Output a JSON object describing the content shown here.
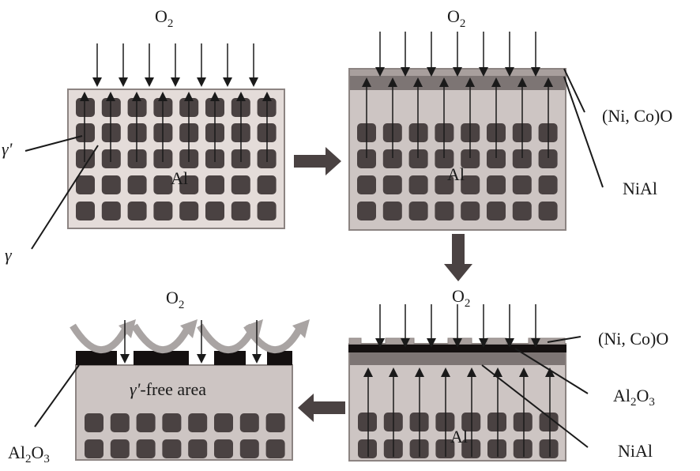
{
  "colors": {
    "matrix_light": "#e4dcd9",
    "matrix_mid": "#cdc5c3",
    "precipitate": "#4a4242",
    "border": "#8c8482",
    "nio_layer": "#a89f9d",
    "nial_layer": "#7d7574",
    "alumina": "#141010",
    "big_arrow": "#4a4242",
    "spall_arrow": "#a9a4a3",
    "line": "#1a1a1a"
  },
  "panels": {
    "p1": {
      "o2": "O",
      "o2_sub": "2",
      "al": "Al",
      "gamma_prime": "γ'",
      "gamma": "γ"
    },
    "p2": {
      "o2": "O",
      "o2_sub": "2",
      "al": "Al",
      "nio": "(Ni, Co)O",
      "nial": "NiAl"
    },
    "p3": {
      "o2": "O",
      "o2_sub": "2",
      "al": "Al",
      "nio": "(Ni, Co)O",
      "al2o3_a": "Al",
      "al2o3_b": "2",
      "al2o3_c": "O",
      "al2o3_d": "3",
      "nial": "NiAl"
    },
    "p4": {
      "o2": "O",
      "o2_sub": "2",
      "free": "-free area",
      "free_gamma": "γ'",
      "al2o3_a": "Al",
      "al2o3_b": "2",
      "al2o3_c": "O",
      "al2o3_d": "3"
    }
  }
}
